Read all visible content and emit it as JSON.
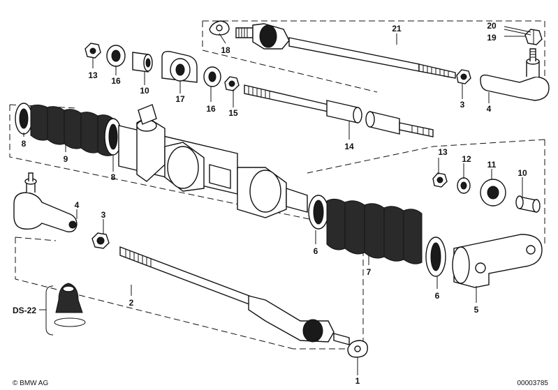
{
  "labels": {
    "p1": "1",
    "p2": "2",
    "p3a": "3",
    "p3b": "3",
    "p4a": "4",
    "p4b": "4",
    "p5": "5",
    "p6a": "6",
    "p6b": "6",
    "p7": "7",
    "p8a": "8",
    "p8b": "8",
    "p9": "9",
    "p10a": "10",
    "p10b": "10",
    "p11": "11",
    "p12": "12",
    "p13a": "13",
    "p13b": "13",
    "p14": "14",
    "p15": "15",
    "p16a": "16",
    "p16b": "16",
    "p17": "17",
    "p18": "18",
    "p19": "19",
    "p20": "20",
    "p21": "21",
    "ds": "DS-22"
  },
  "footer": {
    "copyright": "© BMW AG",
    "diagram_id": "00003785"
  }
}
